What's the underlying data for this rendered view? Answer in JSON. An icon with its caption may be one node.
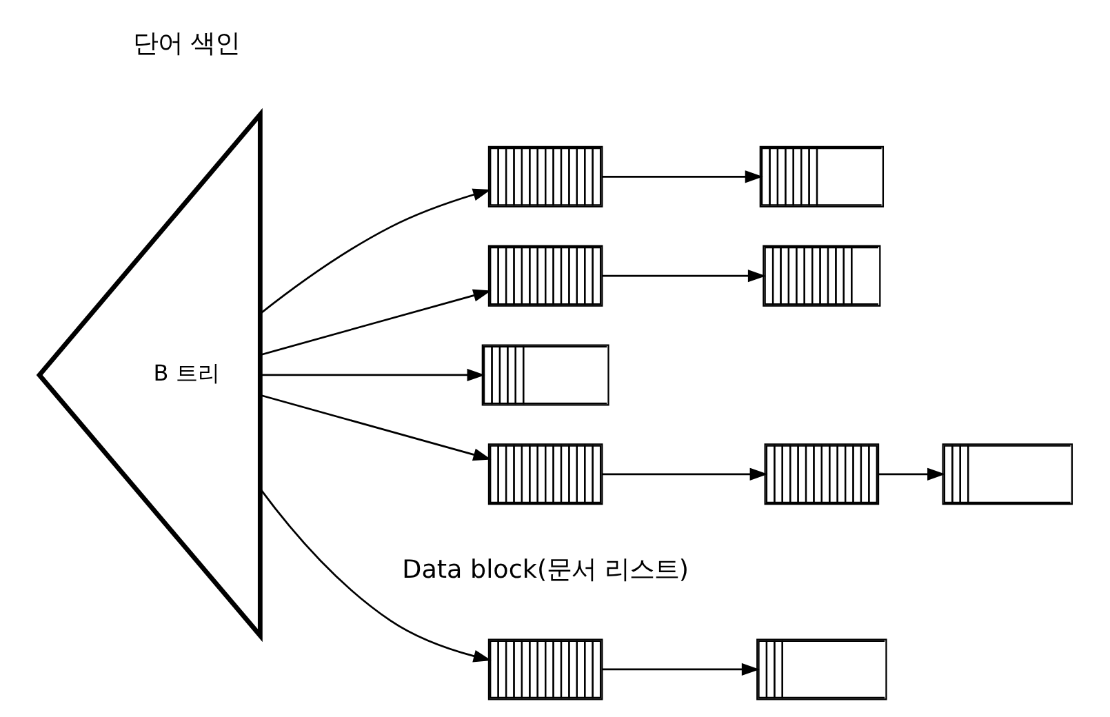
{
  "diagram": {
    "nodes": [
      {
        "text": [
          "B 트리"
        ]
      },
      {
        "text": [],
        "shape": "box"
      },
      {
        "text": [],
        "shape": "box"
      },
      {
        "text": [],
        "shape": "box"
      },
      {
        "text": [],
        "shape": "box"
      },
      {
        "text": [],
        "shape": "box"
      },
      {
        "text": [],
        "shape": "box"
      },
      {
        "text": [],
        "shape": "box"
      },
      {
        "text": [],
        "shape": "box"
      },
      {
        "text": [],
        "shape": "box"
      },
      {
        "text": [],
        "shape": "box"
      }
    ],
    "edges": [
      {
        "from": 0,
        "to": 1,
        "arrow": "to"
      },
      {
        "from": 1,
        "to": 2,
        "arrow": "to"
      },
      {
        "from": 0,
        "to": 3,
        "arrow": "to"
      },
      {
        "from": 0,
        "to": 4,
        "arrow": "to"
      },
      {
        "from": 4,
        "to": 5,
        "arrow": "to"
      },
      {
        "from": 5,
        "to": 6,
        "arrow": "to"
      },
      {
        "from": 0,
        "to": 7,
        "arrow": "to"
      },
      {
        "from": 7,
        "to": 8,
        "arrow": "to"
      },
      {
        "from": 0,
        "to": 9,
        "arrow": "to"
      },
      {
        "from": 9,
        "to": 10,
        "arrow": "to"
      }
    ],
    "labels": [
      "단어 색인",
      "Data block(문서 리스트)"
    ]
  }
}
